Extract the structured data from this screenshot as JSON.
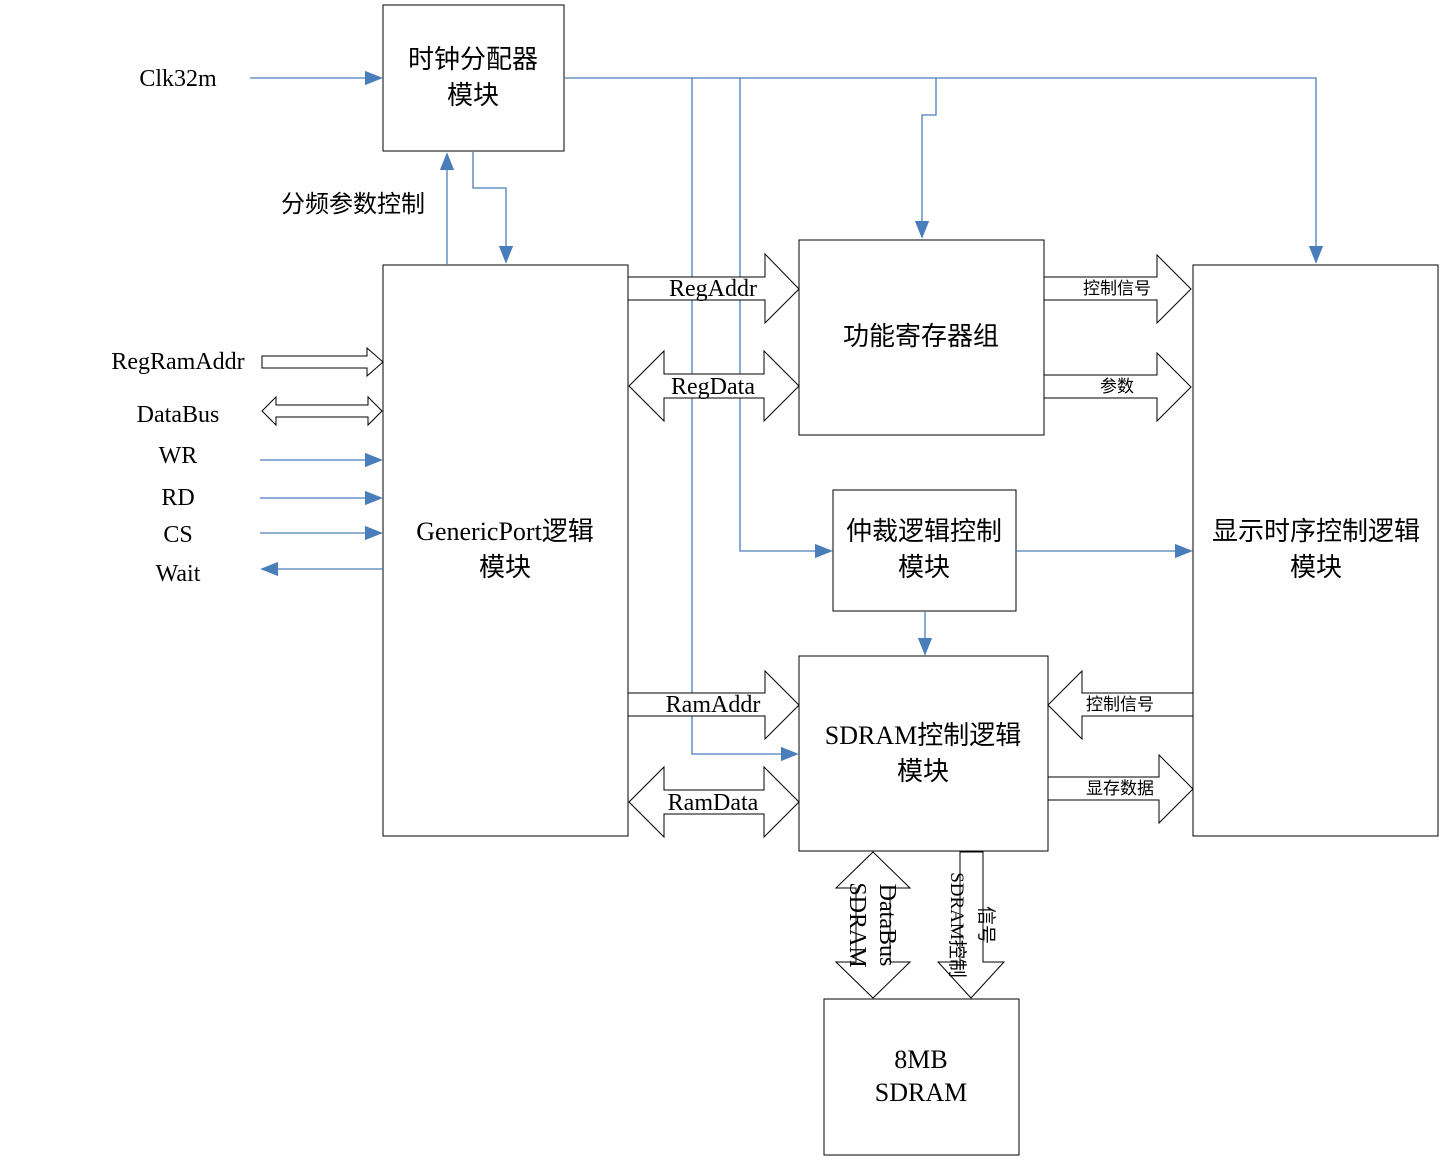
{
  "blocks": {
    "clock_divider": [
      "时钟分配器",
      "模块"
    ],
    "generic_port": [
      "GenericPort逻辑",
      "模块"
    ],
    "function_registers": [
      "功能寄存器组"
    ],
    "arbitration": [
      "仲裁逻辑控制",
      "模块"
    ],
    "display_timing": [
      "显示时序控制逻辑",
      "模块"
    ],
    "sdram_control": [
      "SDRAM控制逻辑",
      "模块"
    ],
    "sdram_chip": [
      "8MB",
      "SDRAM"
    ]
  },
  "signals": {
    "clk32m": "Clk32m",
    "div_param": "分频参数控制",
    "reg_ram_addr": "RegRamAddr",
    "data_bus": "DataBus",
    "wr": "WR",
    "rd": "RD",
    "cs": "CS",
    "wait": "Wait",
    "reg_addr": "RegAddr",
    "reg_data": "RegData",
    "ram_addr": "RamAddr",
    "ram_data": "RamData",
    "ctrl_signal_top": "控制信号",
    "params": "参数",
    "ctrl_signal_bottom": "控制信号",
    "display_data": "显存数据",
    "sdram_databus": [
      "SDRAM",
      "DataBus"
    ],
    "sdram_ctrl": [
      "SDRAM控制",
      "信号"
    ]
  },
  "colors": {
    "wire": "#4a7ebb",
    "outline": "#000000"
  }
}
